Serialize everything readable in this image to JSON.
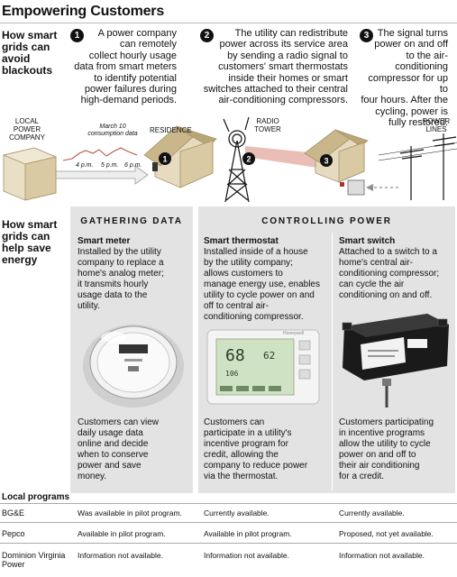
{
  "header": {
    "title": "Empowering Customers"
  },
  "blackouts": {
    "heading": [
      "How smart",
      "grids can",
      "avoid",
      "blackouts"
    ],
    "steps": [
      {
        "num": "1",
        "lines": [
          "A power company",
          "can remotely",
          "collect hourly usage",
          "data from smart meters",
          "to identify potential",
          "power failures during",
          "high-demand periods."
        ]
      },
      {
        "num": "2",
        "lines": [
          "The utility can redistribute",
          "power across its service area",
          "by sending a radio signal to",
          "customers' smart thermostats",
          "inside their homes or smart",
          "switches attached to their central",
          "air-conditioning compressors."
        ]
      },
      {
        "num": "3",
        "lines": [
          "The signal turns",
          "power on and off",
          "to the air-conditioning",
          "compressor for up to",
          "four hours. After the",
          "cycling, power is",
          "fully restored."
        ]
      }
    ]
  },
  "diagram": {
    "local_power": [
      "LOCAL POWER",
      "COMPANY"
    ],
    "consumption": [
      "March 10",
      "consumption data"
    ],
    "times": [
      "4 p.m.",
      "5 p.m.",
      "6 p.m."
    ],
    "residence": "RESIDENCE",
    "radio": [
      "RADIO",
      "TOWER"
    ],
    "power_lines": [
      "POWER",
      "LINES"
    ],
    "markers": [
      "1",
      "2",
      "3"
    ],
    "colors": {
      "house": "#d9caa4",
      "house_dark": "#a59266",
      "beam": "#e6b3a9",
      "arrow": "#8f8f8f",
      "bubble": "#111111"
    }
  },
  "save": {
    "heading": [
      "How smart",
      "grids can",
      "help save",
      "energy"
    ],
    "gathering": "GATHERING DATA",
    "controlling": "CONTROLLING POWER",
    "devices": [
      {
        "name": "Smart meter",
        "lines": [
          "Installed by the utility",
          "company to replace a",
          "home's analog meter;",
          "it transmits hourly",
          "usage data to the",
          "utility."
        ],
        "caption": [
          "Customers can view",
          "daily usage data",
          "online and decide",
          "when to conserve",
          "power and save",
          "money."
        ]
      },
      {
        "name": "Smart thermostat",
        "lines": [
          "Installed inside of a house",
          "by the utility company;",
          "allows customers to",
          "manage energy use, enables",
          "utility to cycle power on and",
          "off to central air-",
          "conditioning compressor."
        ],
        "caption": [
          "Customers can",
          "participate in a utility's",
          "incentive program for",
          "credit, allowing the",
          "company to reduce power",
          "via the thermostat."
        ]
      },
      {
        "name": "Smart switch",
        "lines": [
          "Attached to a switch to a",
          "home's central air-",
          "conditioning compressor;",
          "can cycle the air",
          "conditioning on and off."
        ],
        "caption": [
          "Customers participating",
          "in incentive programs",
          "allow the utility to cycle",
          "power on and off to",
          "their air conditioning",
          "for a credit."
        ]
      }
    ],
    "thermostat": {
      "brand": "Honeywell",
      "temp": "68",
      "set": "62",
      "sub": "106"
    }
  },
  "programs": {
    "heading": "Local programs",
    "rows": [
      {
        "name": [
          "BG&E"
        ],
        "cells": [
          "Was available in pilot program.",
          "Currently available.",
          "Currently available."
        ]
      },
      {
        "name": [
          "Pepco"
        ],
        "cells": [
          "Available in pilot program.",
          "Available in pilot program.",
          "Proposed, not yet available."
        ]
      },
      {
        "name": [
          "Dominion Virginia",
          "Power"
        ],
        "cells": [
          "Information not available.",
          "Information not available.",
          "Information not available."
        ]
      }
    ]
  }
}
